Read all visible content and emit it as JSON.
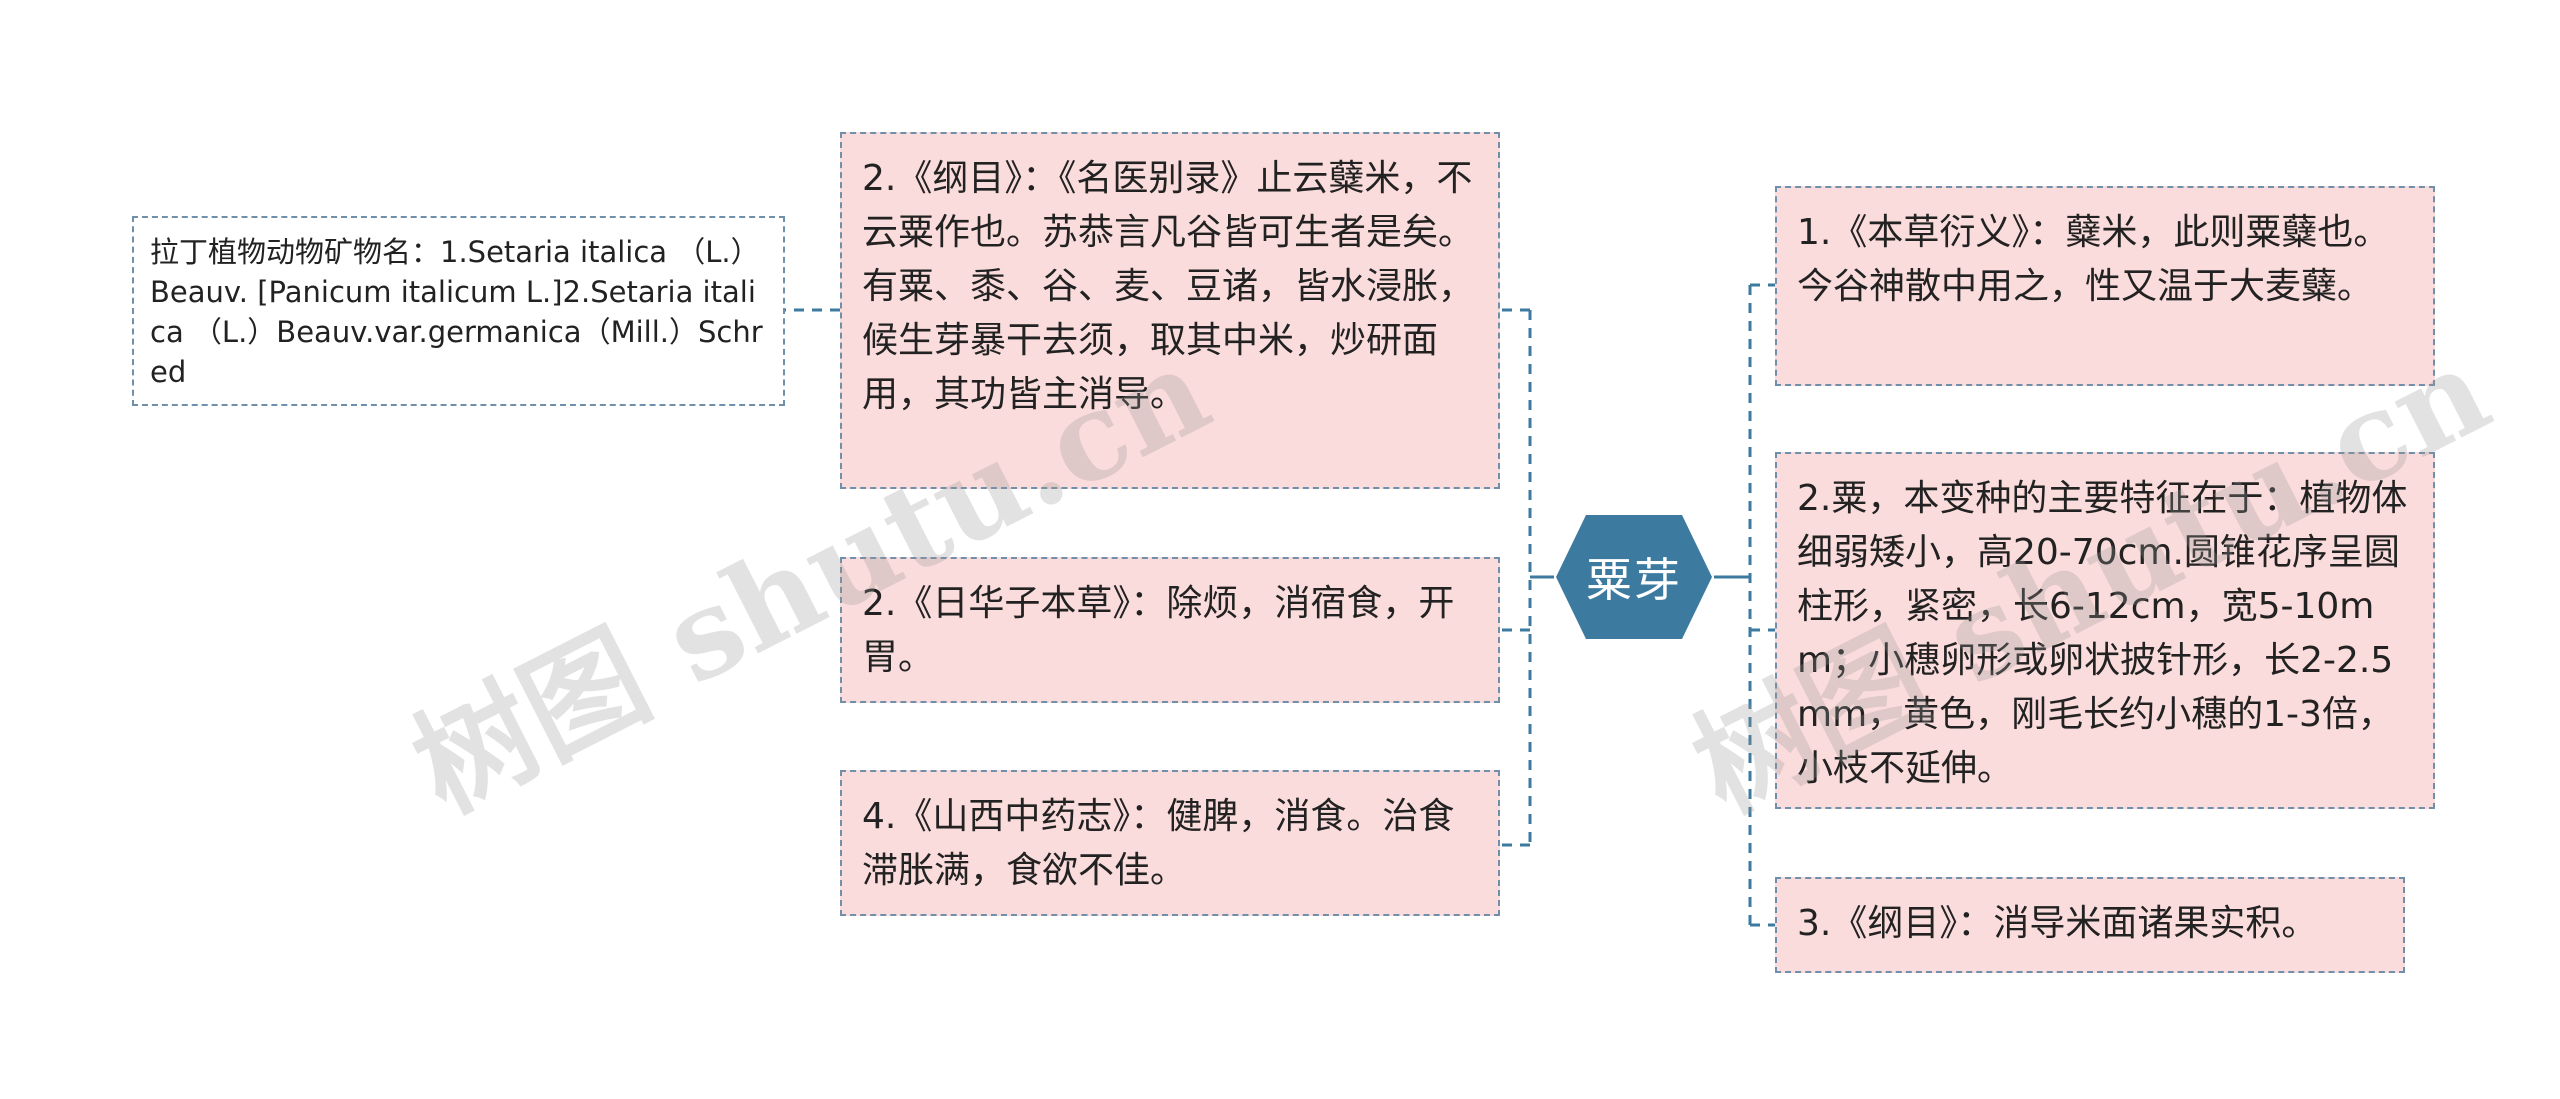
{
  "center": {
    "label": "粟芽"
  },
  "left_branches": [
    {
      "text": "2.《纲目》：《名医别录》止云糵米，不云粟作也。苏恭言凡谷皆可生者是矣。有粟、黍、谷、麦、豆诸，皆水浸胀，候生芽暴干去须，取其中米，炒研面用，其功皆主消导。"
    },
    {
      "text": "2.《日华子本草》：除烦，消宿食，开胃。"
    },
    {
      "text": "4.《山西中药志》：健脾，消食。治食滞胀满，食欲不佳。"
    }
  ],
  "latin_note": {
    "text": "拉丁植物动物矿物名：1.Setaria italica （L.）Beauv. [Panicum italicum L.]2.Setaria italica （L.）Beauv.var.germanica（Mill.）Schred"
  },
  "right_branches": [
    {
      "text": "1.《本草衍义》：糵米，此则粟糵也。今谷神散中用之，性又温于大麦糵。"
    },
    {
      "text": "2.粟，本变种的主要特征在于：植物体细弱矮小，高20-70cm.圆锥花序呈圆柱形，紧密，长6-12cm，宽5-10mm；小穗卵形或卵状披针形，长2-2.5mm，黄色，刚毛长约小穗的1-3倍，小枝不延伸。"
    },
    {
      "text": "3.《纲目》：消导米面诸果实积。"
    }
  ],
  "watermarks": [
    "树图 shutu.cn",
    "树图 shutu.cn"
  ],
  "colors": {
    "node_fill": "#fbdcdc",
    "node_border": "#6f8faa",
    "center_fill": "#3d7a9f",
    "connector": "#3d7a9f"
  }
}
